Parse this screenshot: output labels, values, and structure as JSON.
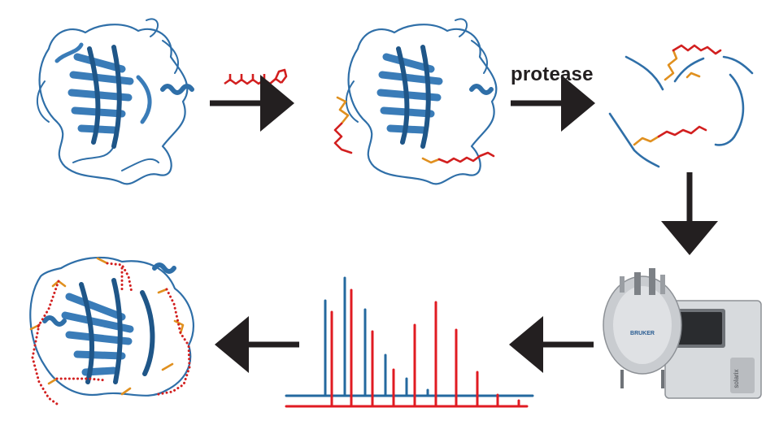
{
  "steps": {
    "protease_label": "protease"
  },
  "colors": {
    "protein": "#2f6fa8",
    "protein_dark": "#1f5688",
    "ligand": "#d21f1f",
    "linker": "#e0901f",
    "arrow": "#231f20",
    "spectrum_blue": "#24699f",
    "spectrum_red": "#e01b22",
    "instrument_body": "#c9ccd0"
  },
  "icons": [
    "protein-structure-icon",
    "ligand-molecule-icon",
    "labeled-protein-icon",
    "peptide-fragments-icon",
    "mass-spectrometer-icon",
    "mass-spectrum-icon",
    "crosslink-model-icon"
  ],
  "instrument": {
    "brand": "BRUKER",
    "model": "solarix"
  }
}
